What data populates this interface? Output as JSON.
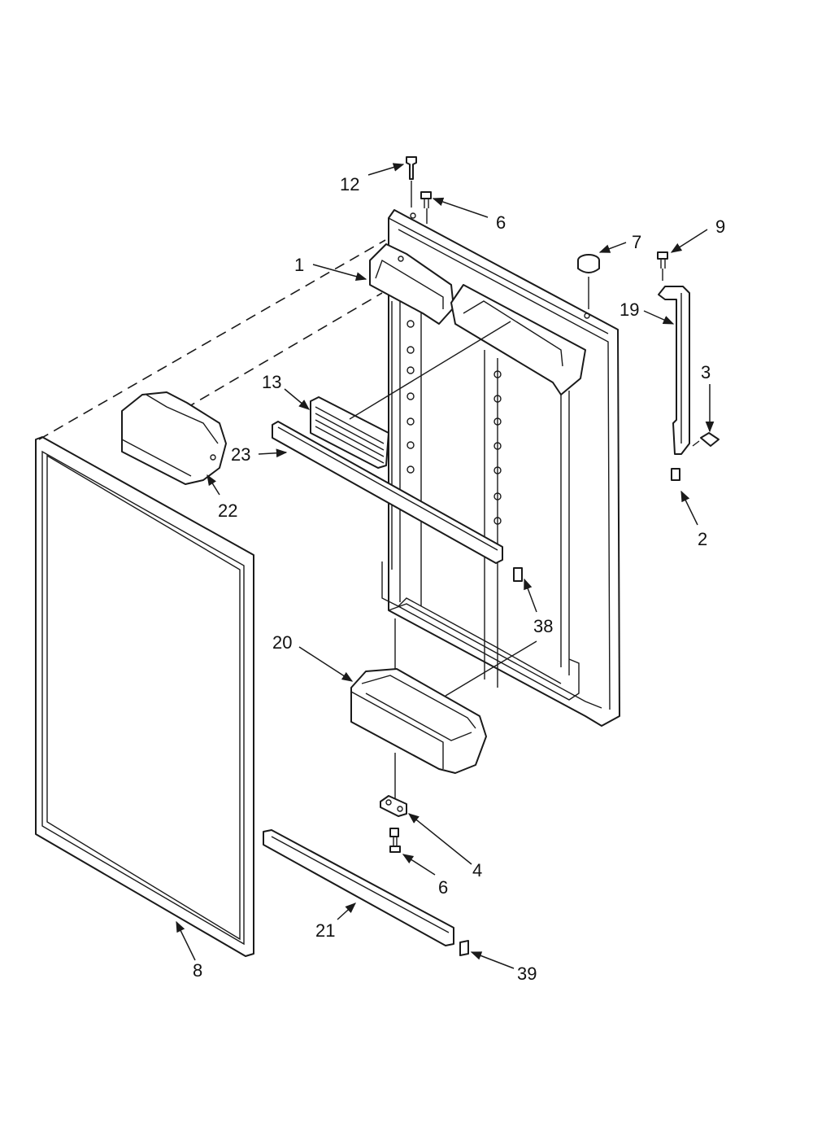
{
  "callouts": {
    "c1": "1",
    "c2": "2",
    "c3": "3",
    "c4": "4",
    "c6a": "6",
    "c6b": "6",
    "c7": "7",
    "c8": "8",
    "c9": "9",
    "c12": "12",
    "c13": "13",
    "c19": "19",
    "c20": "20",
    "c21": "21",
    "c22": "22",
    "c23": "23",
    "c38": "38",
    "c39": "39"
  },
  "colors": {
    "line": "#1a1a1a",
    "background": "#ffffff"
  }
}
